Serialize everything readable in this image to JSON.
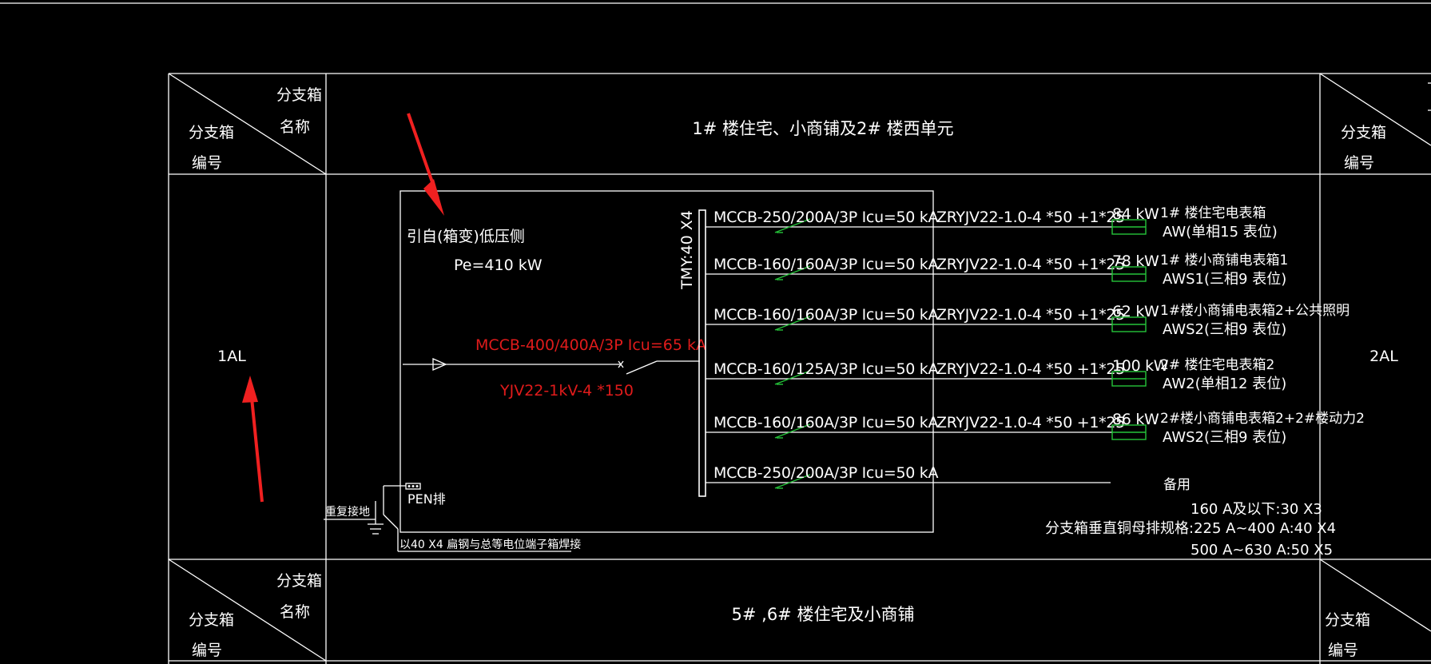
{
  "table": {
    "header_top_label": "分支箱",
    "header_top_label2": "名称",
    "header_left_label": "分支箱",
    "header_left_label2": "编号",
    "section1_title": "1# 楼住宅、小商铺及2# 楼西单元",
    "section2_title": "5# ,6# 楼住宅及小商铺",
    "box_left_id": "1AL",
    "box_right_id": "2AL"
  },
  "incoming": {
    "source_label": "引自(箱变)低压侧",
    "pe_label": "Pe=410 kW",
    "main_breaker": "MCCB-400/400A/3P Icu=65 kA",
    "main_cable": "YJV22-1kV-4 *150",
    "busbar_label": "TMY:40 X4",
    "pen_label": "PEN排",
    "ground_label": "重复接地",
    "ground_note": "以40 X4 扁钢与总等电位端子箱焊接"
  },
  "feeders": [
    {
      "breaker": "MCCB-250/200A/3P Icu=50 kA",
      "cable": "ZRYJV22-1.0-4 *50 +1*25",
      "power": "84 kW",
      "dest1": "1# 楼住宅电表箱",
      "dest2": "AW(单相15 表位)"
    },
    {
      "breaker": "MCCB-160/160A/3P Icu=50 kA",
      "cable": "ZRYJV22-1.0-4 *50 +1*25",
      "power": "78 kW",
      "dest1": "1# 楼小商铺电表箱1",
      "dest2": "AWS1(三相9 表位)"
    },
    {
      "breaker": "MCCB-160/160A/3P Icu=50 kA",
      "cable": "ZRYJV22-1.0-4 *50 +1*25",
      "power": "62 kW",
      "dest1": "1#楼小商铺电表箱2+公共照明",
      "dest2": "AWS2(三相9 表位)"
    },
    {
      "breaker": "MCCB-160/125A/3P Icu=50 kA",
      "cable": "ZRYJV22-1.0-4 *50 +1*25",
      "power": "100 kW",
      "dest1": "2# 楼住宅电表箱2",
      "dest2": "AW2(单相12 表位)"
    },
    {
      "breaker": "MCCB-160/160A/3P Icu=50 kA",
      "cable": "ZRYJV22-1.0-4 *50 +1*25",
      "power": "86 kW",
      "dest1": "2#楼小商铺电表箱2+2#楼动力2",
      "dest2": "AWS2(三相9 表位)"
    },
    {
      "breaker": "MCCB-250/200A/3P Icu=50 kA",
      "cable": "",
      "power": "",
      "dest1": "备用",
      "dest2": ""
    }
  ],
  "notes": {
    "line1": "160 A及以下:30 X3",
    "line2": "分支箱垂直铜母排规格:225 A~400 A:40 X4",
    "line3": "500 A~630 A:50 X5"
  },
  "colors": {
    "background": "#000000",
    "line": "#ffffff",
    "highlight": "#e01b1b",
    "fuse_green": "#25c43a",
    "arrow_red": "#f02020"
  }
}
